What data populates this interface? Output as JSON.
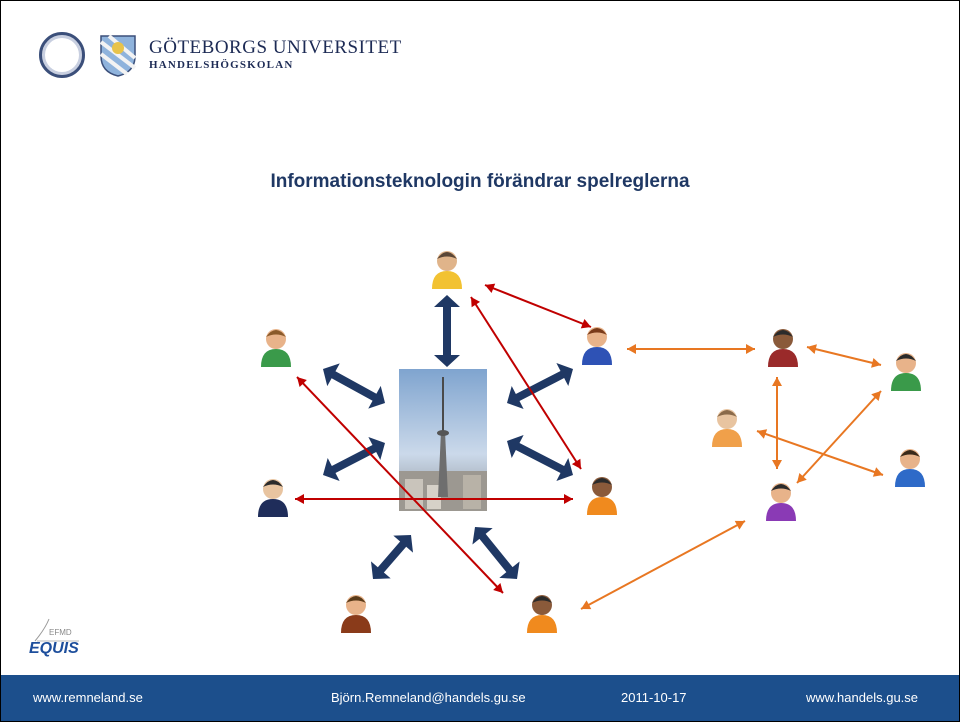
{
  "header": {
    "university": "GÖTEBORGS UNIVERSITET",
    "school": "HANDELSHÖGSKOLAN"
  },
  "title": "Informationsteknologin förändrar spelreglerna",
  "icons": {
    "center": "cn-tower-city-photo",
    "people": "person-icon"
  },
  "colors": {
    "hub_arrows": "#1f3864",
    "cross_arrows": "#c00000",
    "network_arrows": "#e87722",
    "footer_bg": "#1c4f8c",
    "title": "#1f3864"
  },
  "accreditation": {
    "small": "EFMD",
    "word": "EQUIS"
  },
  "footer": {
    "left": "www.remneland.se",
    "email": "Björn.Remneland@handels.gu.se",
    "date": "2011-10-17",
    "right": "www.handels.gu.se"
  }
}
